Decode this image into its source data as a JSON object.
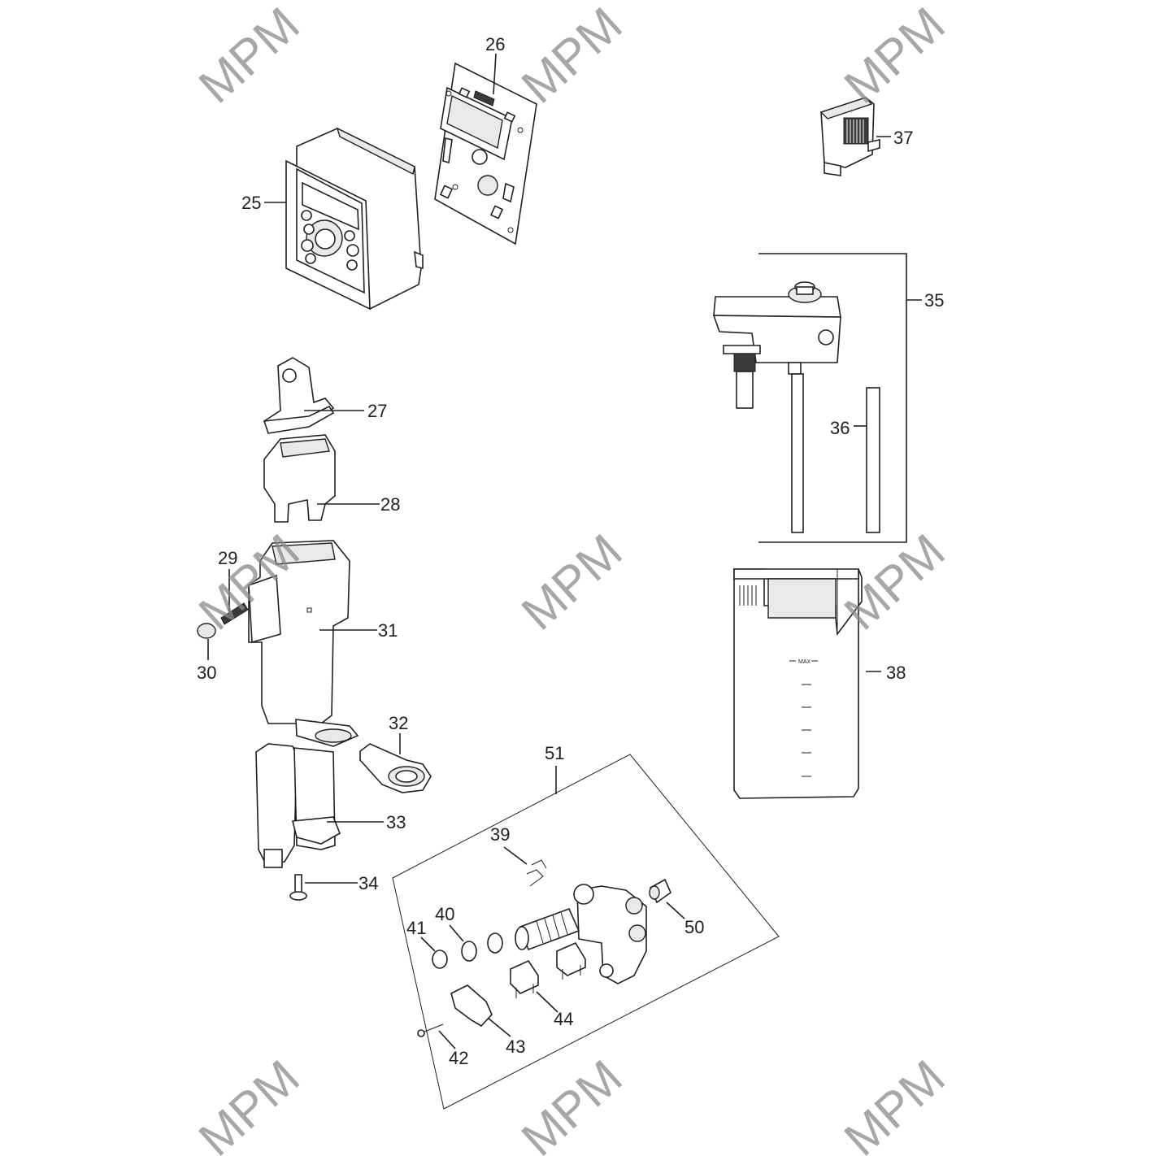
{
  "watermark": "MPM",
  "callouts": {
    "p25": "25",
    "p26": "26",
    "p27": "27",
    "p28": "28",
    "p29": "29",
    "p30": "30",
    "p31": "31",
    "p32": "32",
    "p33": "33",
    "p34": "34",
    "p35": "35",
    "p36": "36",
    "p37": "37",
    "p38": "38",
    "p39": "39",
    "p40": "40",
    "p41": "41",
    "p42": "42",
    "p43": "43",
    "p44": "44",
    "p50": "50",
    "p51": "51"
  },
  "tank_marking": "MAX"
}
